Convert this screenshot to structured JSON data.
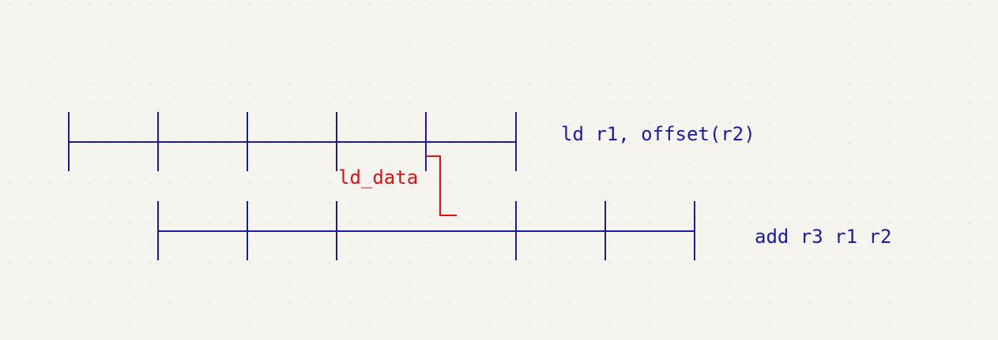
{
  "diagram": {
    "instructions": [
      {
        "text": "ld r1, offset(r2)"
      },
      {
        "text": "add r3 r1 r2"
      }
    ],
    "forward_label": "ld_data",
    "colors": {
      "background": "#f5f4ef",
      "grid_dot": "#c8c6bd",
      "pipeline": "#1a1aa6",
      "forward": "#e01010"
    }
  }
}
